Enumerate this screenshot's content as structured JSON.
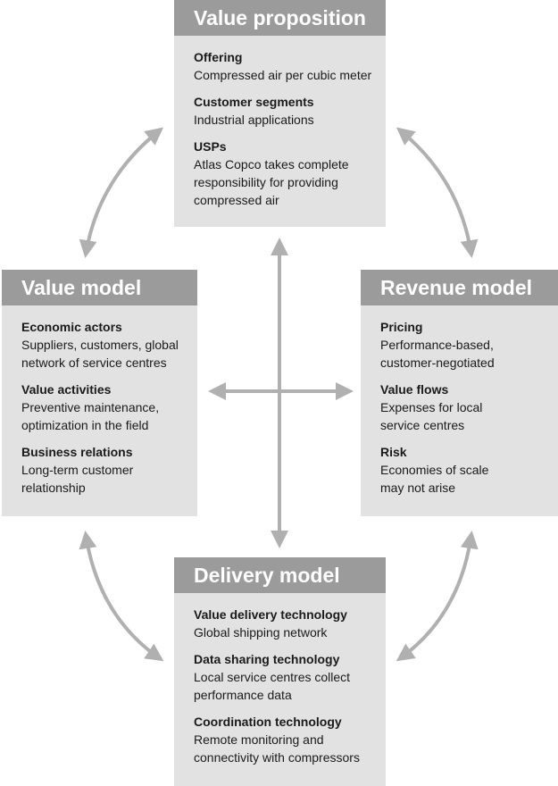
{
  "value_proposition": {
    "title": "Value proposition",
    "sections": [
      {
        "heading": "Offering",
        "text": "Compressed air per cubic meter"
      },
      {
        "heading": "Customer segments",
        "text": "Industrial applications"
      },
      {
        "heading": "USPs",
        "text": "Atlas Copco takes complete\nresponsibility for providing\ncompressed air"
      }
    ]
  },
  "value_model": {
    "title": "Value model",
    "sections": [
      {
        "heading": "Economic actors",
        "text": "Suppliers, customers, global\nnetwork of service centres"
      },
      {
        "heading": "Value activities",
        "text": "Preventive maintenance,\noptimization in the field"
      },
      {
        "heading": "Business relations",
        "text": "Long-term customer\nrelationship"
      }
    ]
  },
  "revenue_model": {
    "title": "Revenue model",
    "sections": [
      {
        "heading": "Pricing",
        "text": "Performance-based,\ncustomer-negotiated"
      },
      {
        "heading": "Value flows",
        "text": "Expenses for local\nservice centres"
      },
      {
        "heading": "Risk",
        "text": "Economies of scale\nmay not arise"
      }
    ]
  },
  "delivery_model": {
    "title": "Delivery model",
    "sections": [
      {
        "heading": "Value delivery technology",
        "text": "Global shipping network"
      },
      {
        "heading": "Data sharing technology",
        "text": "Local service centres collect\nperformance data"
      },
      {
        "heading": "Coordination technology",
        "text": "Remote monitoring and\nconnectivity with compressors"
      }
    ]
  },
  "colors": {
    "header_bg": "#9b9b9b",
    "box_bg": "#e2e2e2",
    "arrow": "#b0b0b0"
  }
}
